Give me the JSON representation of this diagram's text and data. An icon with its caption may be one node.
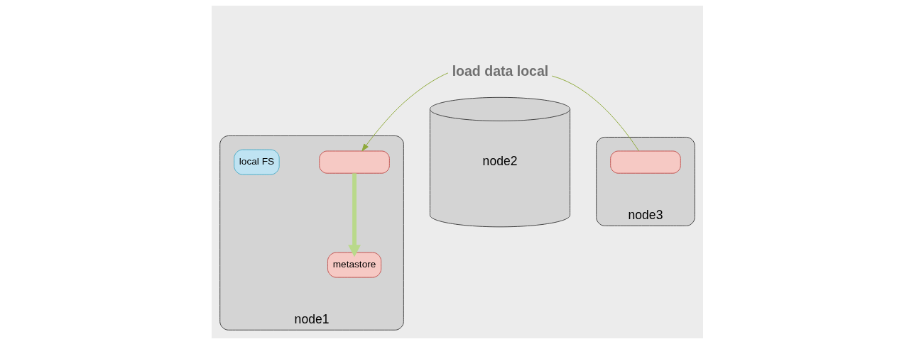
{
  "diagram": {
    "nodes": [
      {
        "text": [
          "node1"
        ]
      },
      {
        "text": [],
        "shape": "box",
        "in": 0
      },
      {
        "text": [
          "metastore"
        ],
        "in": 0
      },
      {
        "text": [
          "local FS"
        ],
        "in": 0
      },
      {
        "text": [
          "node2"
        ]
      },
      {
        "text": [
          "node3"
        ]
      },
      {
        "text": [],
        "shape": "box",
        "in": 5
      }
    ],
    "edges": [
      {
        "from": 6,
        "to": 1,
        "arrow": "to",
        "label": "load data local"
      },
      {
        "from": 1,
        "to": 2,
        "arrow": "to",
        "style": "thick"
      }
    ]
  }
}
